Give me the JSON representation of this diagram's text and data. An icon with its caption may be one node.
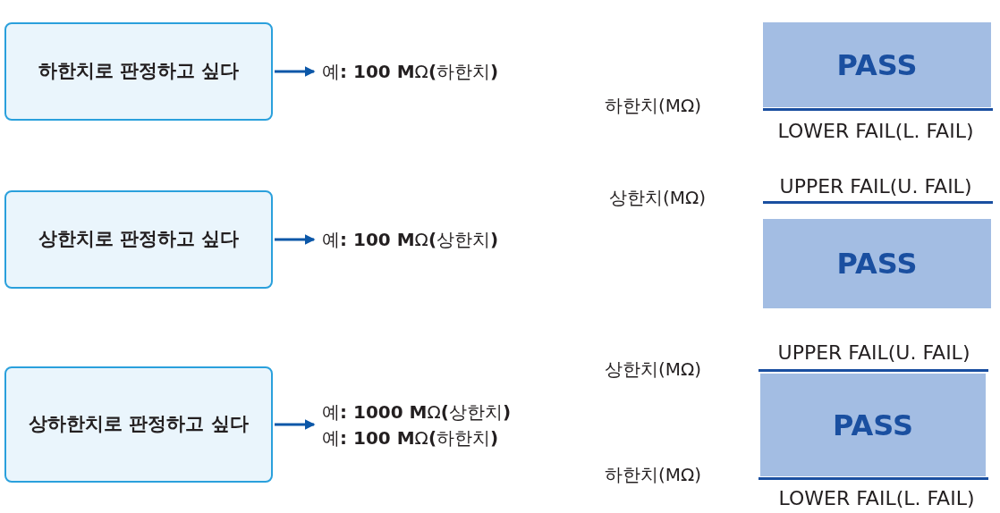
{
  "diagram": {
    "nodes": [
      {
        "text": [
          "하한치로 판정하고 싶다"
        ]
      },
      {
        "text": [
          "예**: 100 M**Ω**(**하한치**)**"
        ]
      },
      {
        "text": [
          "상한치로 판정하고 싶다"
        ]
      },
      {
        "text": [
          "예**: 100 M**Ω**(**상한치**)**"
        ]
      },
      {
        "text": [
          "상하한치로 판정하고 싶다"
        ]
      },
      {
        "text": [
          "예**: 1000 M**Ω**(**상한치**)**",
          "예**: 100 M**Ω**(**하한치**)**"
        ]
      },
      {
        "text": [
          "PASS"
        ]
      },
      {
        "text": [
          "PASS"
        ]
      },
      {
        "text": [
          "PASS"
        ]
      }
    ],
    "edges": [
      {
        "from": 0,
        "to": 1,
        "arrow": "to"
      },
      {
        "from": 2,
        "to": 3,
        "arrow": "to"
      },
      {
        "from": 4,
        "to": 5,
        "arrow": "to"
      }
    ],
    "labels": [
      "하한치(MΩ)",
      "LOWER FAIL(L. FAIL)",
      "UPPER FAIL(U. FAIL)",
      "상한치(MΩ)",
      "UPPER FAIL(U. FAIL)",
      "상한치(MΩ)",
      "하한치(MΩ)",
      "LOWER FAIL(L. FAIL)"
    ]
  }
}
